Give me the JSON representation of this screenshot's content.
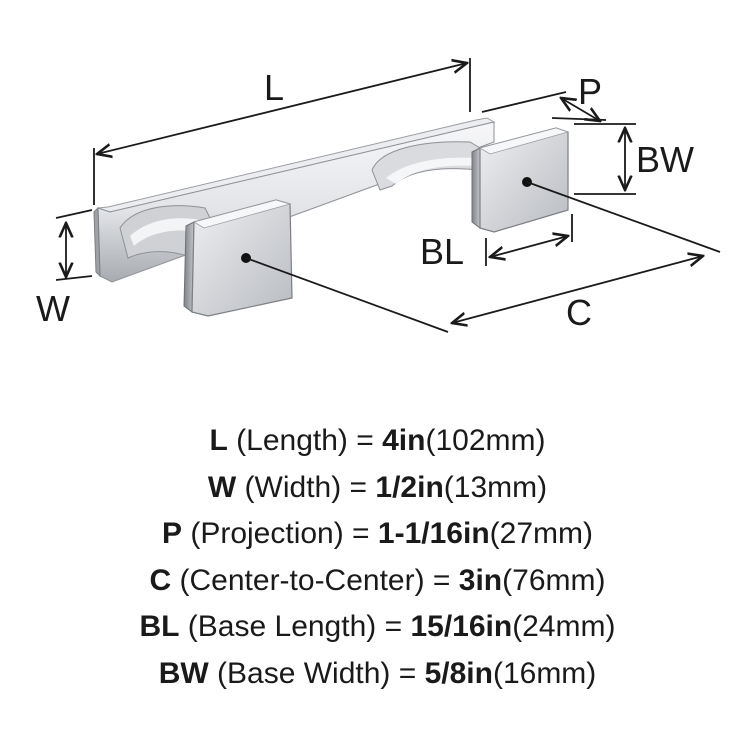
{
  "diagram": {
    "labels": {
      "length": "L",
      "projection": "P",
      "base_width": "BW",
      "width": "W",
      "base_length": "BL",
      "center_to_center": "C"
    },
    "colors": {
      "line": "#1a1a1a",
      "chrome_light": "#f4f4f6",
      "chrome_mid": "#d6d8dc",
      "chrome_dark": "#8d9096",
      "chrome_shadow": "#5e6166",
      "hole": "#111111"
    }
  },
  "specs": [
    {
      "sym": "L",
      "desc": " (Length) = ",
      "imp": "4in",
      "mm": "(102mm)"
    },
    {
      "sym": "W",
      "desc": " (Width) = ",
      "imp": "1/2in",
      "mm": "(13mm)"
    },
    {
      "sym": "P",
      "desc": " (Projection) = ",
      "imp": "1-1/16in",
      "mm": "(27mm)"
    },
    {
      "sym": "C",
      "desc": " (Center-to-Center) = ",
      "imp": "3in",
      "mm": "(76mm)"
    },
    {
      "sym": "BL",
      "desc": " (Base Length) = ",
      "imp": "15/16in",
      "mm": "(24mm)"
    },
    {
      "sym": "BW",
      "desc": " (Base Width) = ",
      "imp": "5/8in",
      "mm": "(16mm)"
    }
  ]
}
